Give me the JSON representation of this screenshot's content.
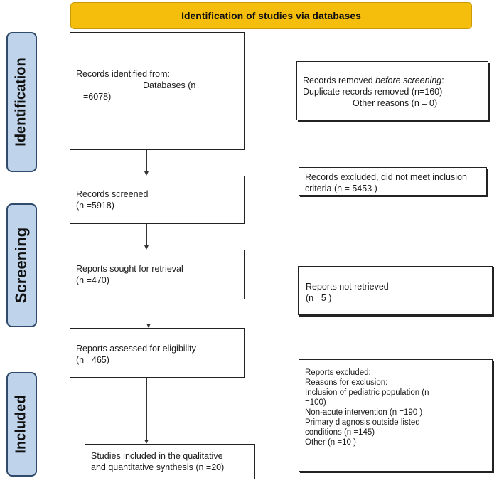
{
  "header": {
    "title": "Identification of studies via databases"
  },
  "phases": {
    "identification": "Identification",
    "screening": "Screening",
    "included": "Included"
  },
  "boxes": {
    "records_identified": {
      "line1": "Records identified from:",
      "line2": "Databases (n",
      "line3": "=6078)"
    },
    "records_removed": {
      "line1_a": "Records removed ",
      "line1_b": "before screening",
      "line1_c": ":",
      "line2": "Duplicate records removed (n=160)",
      "line3": "Other reasons  (n = 0)"
    },
    "records_screened": {
      "line1": "Records screened",
      "line2": "(n =5918)"
    },
    "records_excluded": {
      "line1": "Records excluded, did not meet inclusion",
      "line2": "criteria (n = 5453 )"
    },
    "reports_sought": {
      "line1": "Reports sought for retrieval",
      "line2": "(n =470)"
    },
    "reports_not_retrieved": {
      "line1": "Reports not retrieved",
      "line2": "(n =5 )"
    },
    "reports_assessed": {
      "line1": "Reports assessed for eligibility",
      "line2": "(n =465)"
    },
    "reports_excluded": {
      "line1": "Reports excluded:",
      "line2": "Reasons for exclusion:",
      "line3": "Inclusion of pediatric population (n",
      "line4": "=100)",
      "line5": "Non-acute intervention (n =190 )",
      "line6": "Primary diagnosis outside listed",
      "line7": "conditions  (n =145)",
      "line8": "Other (n =10 )"
    },
    "studies_included": {
      "line1": "Studies included in the qualitative",
      "line2": "and quantitative synthesis (n =20)"
    }
  }
}
